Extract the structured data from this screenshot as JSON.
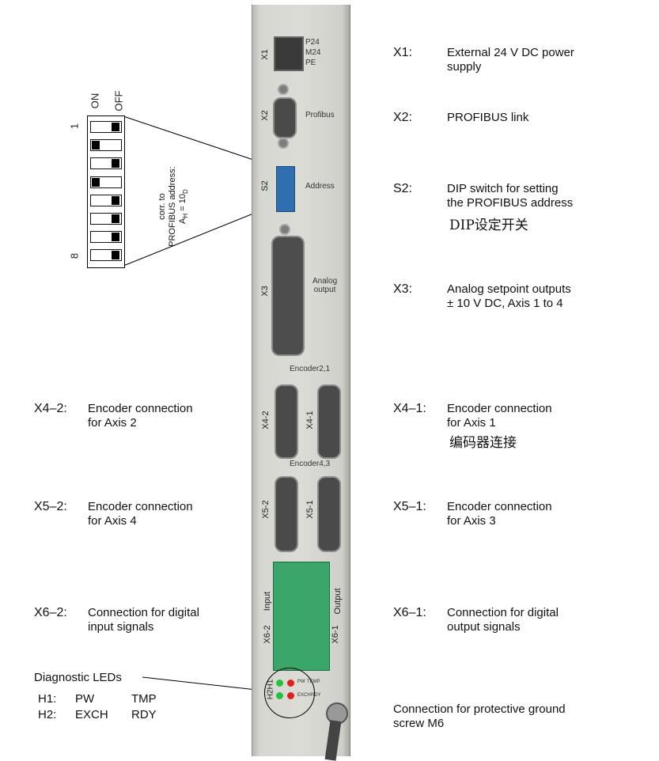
{
  "right_items": [
    {
      "id": "X1:",
      "desc": "External 24 V DC power\nsupply"
    },
    {
      "id": "X2:",
      "desc": "PROFIBUS link"
    },
    {
      "id": "S2:",
      "desc": "DIP switch for setting\nthe PROFIBUS address",
      "extra": "DIP设定开关"
    },
    {
      "id": "X3:",
      "desc": "Analog setpoint outputs\n± 10 V DC, Axis 1 to 4"
    },
    {
      "id": "X4–1:",
      "desc": "Encoder connection\nfor Axis 1",
      "extra": "编码器连接"
    },
    {
      "id": "X5–1:",
      "desc": "Encoder connection\nfor Axis 3"
    },
    {
      "id": "X6–1:",
      "desc": "Connection for digital\noutput signals"
    }
  ],
  "left_items": [
    {
      "id": "X4–2:",
      "desc": "Encoder connection\nfor Axis 2"
    },
    {
      "id": "X5–2:",
      "desc": "Encoder connection\nfor Axis 4"
    },
    {
      "id": "X6–2:",
      "desc": "Connection for digital\ninput signals"
    }
  ],
  "ground": "Connection for protective ground\nscrew M6",
  "diag": {
    "title": "Diagnostic LEDs",
    "rows": [
      [
        "H1:",
        "PW",
        "TMP"
      ],
      [
        "H2:",
        "EXCH",
        "RDY"
      ]
    ]
  },
  "dip": {
    "on": "ON",
    "off": "OFF",
    "first": "1",
    "last": "8",
    "note1": "corr. to",
    "note2": "PROFIBUS address:",
    "note3": "A",
    "note3_sub": "H",
    "note3_rest": " = 10",
    "note3_sub2": "D",
    "switch_states": [
      "OFF",
      "ON",
      "OFF",
      "ON",
      "OFF",
      "OFF",
      "OFF",
      "OFF"
    ]
  },
  "panel": {
    "x1": "X1",
    "x1_pins": [
      "P24",
      "M24",
      "PE"
    ],
    "x2": "X2",
    "profibus": "Profibus",
    "s2": "S2",
    "address": "Address",
    "x3": "X3",
    "analog": "Analog\noutput",
    "enc21": "Encoder2,1",
    "x42": "X4-2",
    "x41": "X4-1",
    "enc43": "Encoder4,3",
    "x52": "X5-2",
    "x51": "X5-1",
    "input": "Input",
    "output": "Output",
    "x62": "X6-2",
    "x61": "X6-1",
    "h2h1": "H2H1",
    "pw": "PW",
    "tmp": "TEMP",
    "exch": "EXCH",
    "rdy": "RDY"
  },
  "colors": {
    "terminal_green": "#3aa66a",
    "led_green": "#22c33a",
    "led_red": "#e02020",
    "dip_blue": "#2f6fb0"
  }
}
